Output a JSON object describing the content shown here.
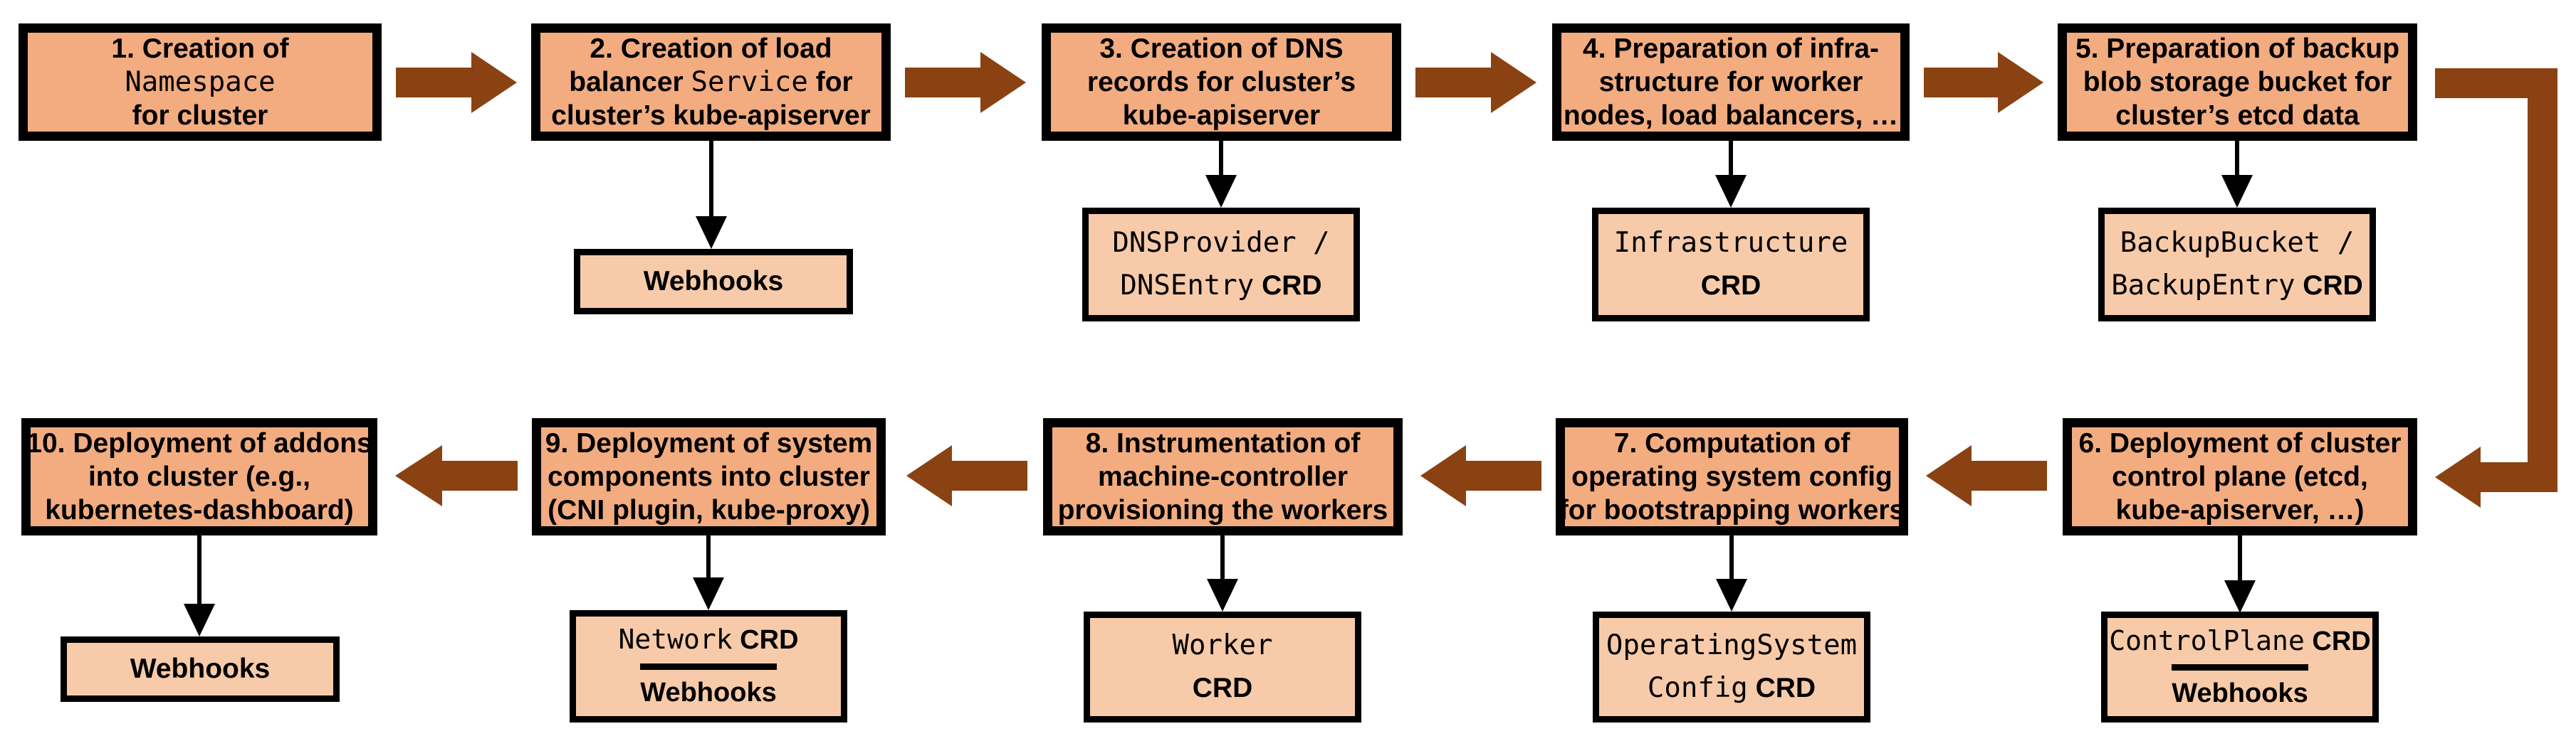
{
  "diagram": {
    "colors": {
      "step_box_fill": "#F2AC80",
      "sub_box_fill": "#F7CBA9",
      "arrow_brown": "#8A4213",
      "border_black": "#000000"
    },
    "steps": [
      {
        "number": 1,
        "label_lines": [
          [
            {
              "t": "1. Creation of",
              "f": "sans"
            }
          ],
          [
            {
              "t": "Namespace",
              "f": "mono"
            }
          ],
          [
            {
              "t": "for cluster",
              "f": "sans"
            }
          ]
        ],
        "sub_boxes": []
      },
      {
        "number": 2,
        "label_lines": [
          [
            {
              "t": "2. Creation of load",
              "f": "sans"
            }
          ],
          [
            {
              "t": "balancer ",
              "f": "sans"
            },
            {
              "t": "Service",
              "f": "mono"
            },
            {
              "t": " for",
              "f": "sans"
            }
          ],
          [
            {
              "t": "cluster’s kube-apiserver",
              "f": "sans"
            }
          ]
        ],
        "sub_boxes": [
          {
            "lines": [
              [
                {
                  "t": "Webhooks",
                  "f": "sans"
                }
              ]
            ]
          }
        ]
      },
      {
        "number": 3,
        "label_lines": [
          [
            {
              "t": "3. Creation of DNS",
              "f": "sans"
            }
          ],
          [
            {
              "t": "records for cluster’s",
              "f": "sans"
            }
          ],
          [
            {
              "t": "kube-apiserver",
              "f": "sans"
            }
          ]
        ],
        "sub_boxes": [
          {
            "lines": [
              [
                {
                  "t": "DNSProvider /",
                  "f": "mono"
                }
              ],
              [
                {
                  "t": "DNSEntry",
                  "f": "mono"
                },
                {
                  "t": " CRD",
                  "f": "sans"
                }
              ]
            ]
          }
        ]
      },
      {
        "number": 4,
        "label_lines": [
          [
            {
              "t": "4. Preparation of infra-",
              "f": "sans"
            }
          ],
          [
            {
              "t": "structure for worker",
              "f": "sans"
            }
          ],
          [
            {
              "t": "nodes, load balancers, …",
              "f": "sans"
            }
          ]
        ],
        "sub_boxes": [
          {
            "lines": [
              [
                {
                  "t": "Infrastructure",
                  "f": "mono"
                }
              ],
              [
                {
                  "t": "CRD",
                  "f": "sans"
                }
              ]
            ]
          }
        ]
      },
      {
        "number": 5,
        "label_lines": [
          [
            {
              "t": "5. Preparation of backup",
              "f": "sans"
            }
          ],
          [
            {
              "t": "blob storage bucket for",
              "f": "sans"
            }
          ],
          [
            {
              "t": "cluster’s etcd data",
              "f": "sans"
            }
          ]
        ],
        "sub_boxes": [
          {
            "lines": [
              [
                {
                  "t": "BackupBucket /",
                  "f": "mono"
                }
              ],
              [
                {
                  "t": "BackupEntry",
                  "f": "mono"
                },
                {
                  "t": " CRD",
                  "f": "sans"
                }
              ]
            ]
          }
        ]
      },
      {
        "number": 6,
        "label_lines": [
          [
            {
              "t": "6. Deployment of cluster",
              "f": "sans"
            }
          ],
          [
            {
              "t": "control plane (etcd,",
              "f": "sans"
            }
          ],
          [
            {
              "t": "kube-apiserver, …)",
              "f": "sans"
            }
          ]
        ],
        "sub_boxes": [
          {
            "lines": [
              [
                {
                  "t": "ControlPlane",
                  "f": "mono"
                },
                {
                  "t": " CRD",
                  "f": "sans"
                }
              ]
            ]
          },
          {
            "lines": [
              [
                {
                  "t": "Webhooks",
                  "f": "sans"
                }
              ]
            ]
          }
        ]
      },
      {
        "number": 7,
        "label_lines": [
          [
            {
              "t": "7. Computation of",
              "f": "sans"
            }
          ],
          [
            {
              "t": "operating system config",
              "f": "sans"
            }
          ],
          [
            {
              "t": "for bootstrapping workers",
              "f": "sans"
            }
          ]
        ],
        "sub_boxes": [
          {
            "lines": [
              [
                {
                  "t": "OperatingSystem",
                  "f": "mono"
                }
              ],
              [
                {
                  "t": "Config",
                  "f": "mono"
                },
                {
                  "t": " CRD",
                  "f": "sans"
                }
              ]
            ]
          }
        ]
      },
      {
        "number": 8,
        "label_lines": [
          [
            {
              "t": "8. Instrumentation of",
              "f": "sans"
            }
          ],
          [
            {
              "t": "machine-controller",
              "f": "sans"
            }
          ],
          [
            {
              "t": "provisioning the workers",
              "f": "sans"
            }
          ]
        ],
        "sub_boxes": [
          {
            "lines": [
              [
                {
                  "t": "Worker",
                  "f": "mono"
                }
              ],
              [
                {
                  "t": "CRD",
                  "f": "sans"
                }
              ]
            ]
          }
        ]
      },
      {
        "number": 9,
        "label_lines": [
          [
            {
              "t": "9. Deployment of system",
              "f": "sans"
            }
          ],
          [
            {
              "t": "components into cluster",
              "f": "sans"
            }
          ],
          [
            {
              "t": "(CNI plugin, kube-proxy)",
              "f": "sans"
            }
          ]
        ],
        "sub_boxes": [
          {
            "lines": [
              [
                {
                  "t": "Network",
                  "f": "mono"
                },
                {
                  "t": " CRD",
                  "f": "sans"
                }
              ]
            ]
          },
          {
            "lines": [
              [
                {
                  "t": "Webhooks",
                  "f": "sans"
                }
              ]
            ]
          }
        ]
      },
      {
        "number": 10,
        "label_lines": [
          [
            {
              "t": "10. Deployment of addons",
              "f": "sans"
            }
          ],
          [
            {
              "t": "into cluster (e.g.,",
              "f": "sans"
            }
          ],
          [
            {
              "t": "kubernetes-dashboard)",
              "f": "sans"
            }
          ]
        ],
        "sub_boxes": [
          {
            "lines": [
              [
                {
                  "t": "Webhooks",
                  "f": "sans"
                }
              ]
            ]
          }
        ]
      }
    ],
    "connections": [
      {
        "from": 1,
        "to": 2
      },
      {
        "from": 2,
        "to": 3
      },
      {
        "from": 3,
        "to": 4
      },
      {
        "from": 4,
        "to": 5
      },
      {
        "from": 5,
        "to": 6
      },
      {
        "from": 6,
        "to": 7
      },
      {
        "from": 7,
        "to": 8
      },
      {
        "from": 8,
        "to": 9
      },
      {
        "from": 9,
        "to": 10
      }
    ]
  }
}
